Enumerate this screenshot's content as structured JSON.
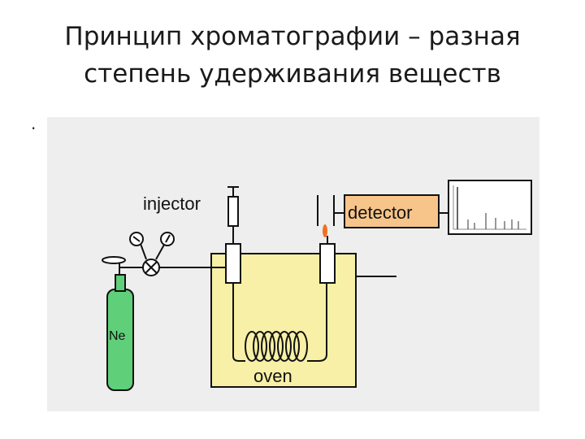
{
  "title": {
    "line1": "Принцип хроматографии – разная",
    "line2": "степень удерживания веществ"
  },
  "bullet": ".",
  "diagram": {
    "injector_label": "injector",
    "detector_label": "detector",
    "oven_label": "oven",
    "cylinder_label": "Ne",
    "colors": {
      "background": "#eeeeee",
      "oven": "#f7f0a6",
      "detector": "#f7c58a",
      "cylinder": "#5fcf7a",
      "flame": "#f07020",
      "line": "#111111"
    }
  }
}
